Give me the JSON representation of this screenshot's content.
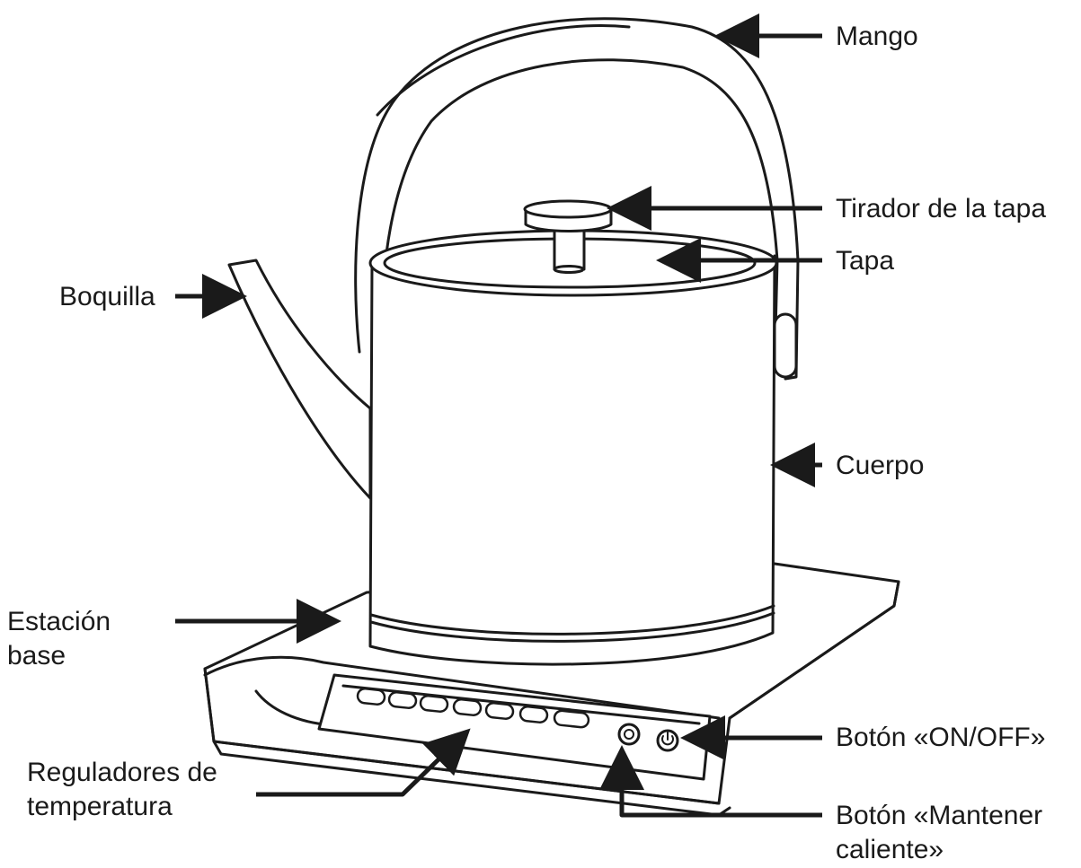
{
  "labels": {
    "mango": "Mango",
    "tirador": "Tirador de la tapa",
    "tapa": "Tapa",
    "boquilla": "Boquilla",
    "cuerpo": "Cuerpo",
    "estacion_1": "Estación",
    "estacion_2": "base",
    "reguladores_1": "Reguladores de",
    "reguladores_2": "temperatura",
    "onoff": "Botón «ON/OFF»",
    "mantener_1": "Botón «Mantener",
    "mantener_2": "caliente»"
  },
  "colors": {
    "line": "#1a1a1a",
    "background": "#ffffff"
  }
}
